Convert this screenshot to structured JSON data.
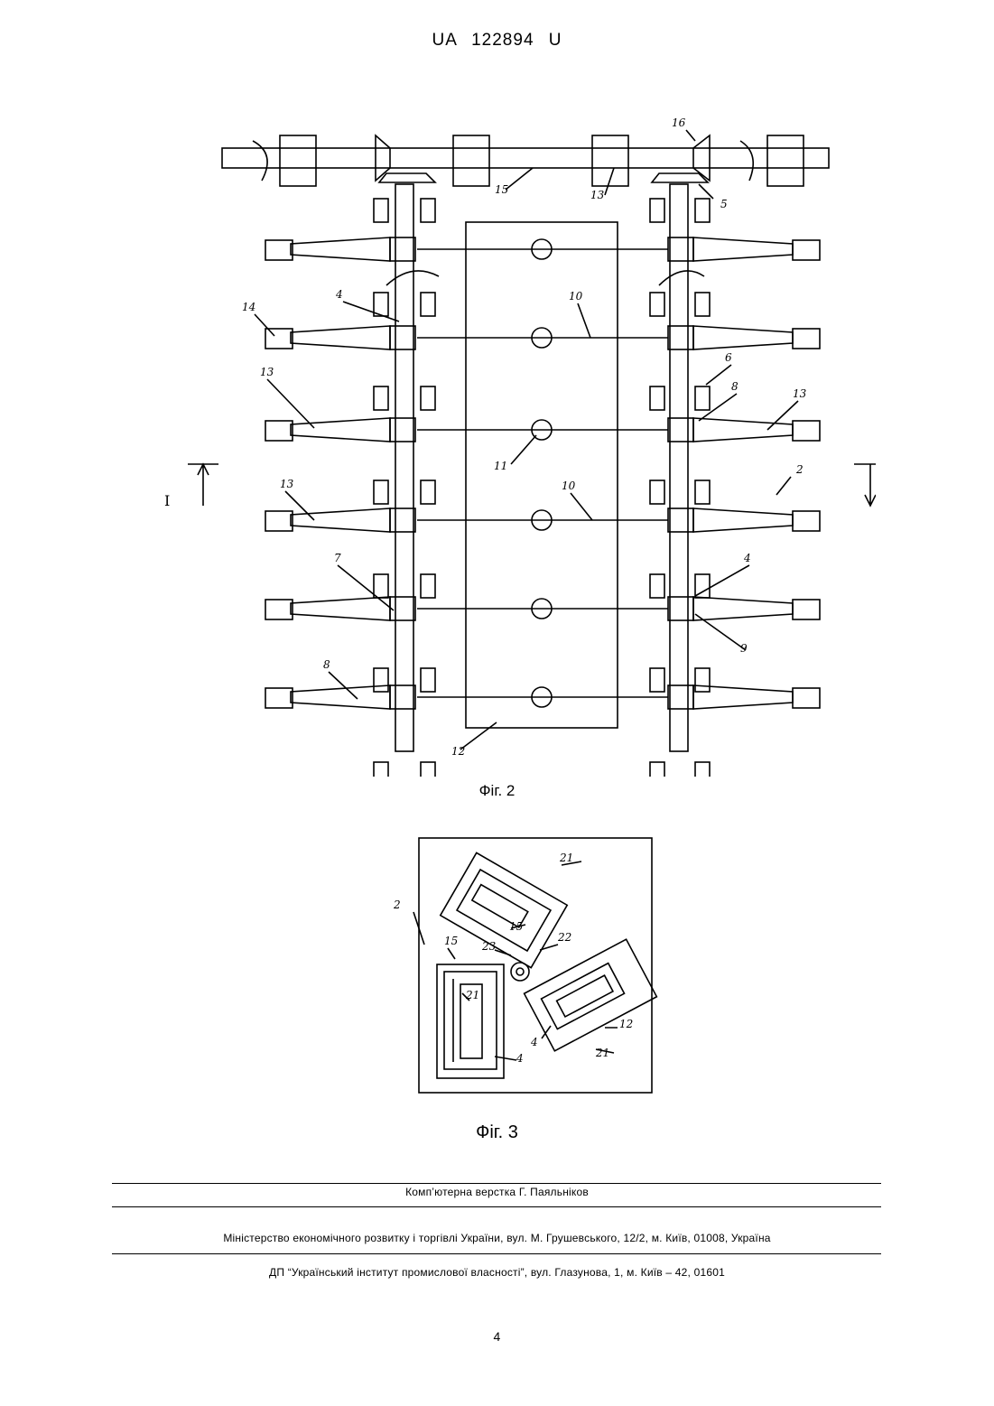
{
  "header": {
    "doc_id": "UA   122894   U"
  },
  "figure2": {
    "caption": "Фіг. 2",
    "labels": [
      "16",
      "5",
      "15",
      "13",
      "4",
      "10",
      "14",
      "6",
      "8",
      "13",
      "13",
      "11",
      "2",
      "13",
      "10",
      "I",
      "7",
      "4",
      "9",
      "8",
      "12"
    ]
  },
  "figure3": {
    "caption": "Фіг. 3",
    "labels": [
      "21",
      "15",
      "22",
      "23",
      "2",
      "15",
      "21",
      "4",
      "4",
      "12",
      "21"
    ]
  },
  "footer": {
    "layout_credit": "Комп’ютерна верстка Г. Паяльніков",
    "ministry": "Міністерство економічного розвитку і торгівлі України, вул. М. Грушевського, 12/2, м. Київ, 01008, Україна",
    "institute": "ДП “Український інститут промислової власності”, вул. Глазунова, 1, м. Київ – 42, 01601",
    "page_number": "4"
  }
}
